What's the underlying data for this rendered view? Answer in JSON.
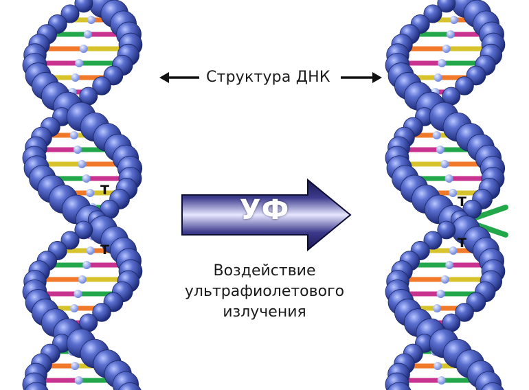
{
  "header": {
    "title": "Структура ДНК"
  },
  "uv_arrow": {
    "label": "УФ",
    "description_lines": [
      "Воздействие",
      "ультрафиолетового",
      "излучения"
    ]
  },
  "left_strand": {
    "base_labels": [
      "T",
      "T"
    ]
  },
  "right_strand": {
    "base_labels": [
      "T",
      "T"
    ]
  },
  "icons": [
    "dna-helix-icon",
    "arrow-left-icon",
    "arrow-right-icon",
    "uv-arrow-icon"
  ],
  "colors": {
    "backbone": "#2e3f9c",
    "backbone_light": "#8d9ee6",
    "arrow_dark": "#1c1a5c",
    "arrow_light": "#c9c8ef",
    "rung_green": "#22a84a",
    "rung_orange": "#f07a2a",
    "rung_magenta": "#c8338f",
    "rung_yellow": "#d7c42c"
  }
}
